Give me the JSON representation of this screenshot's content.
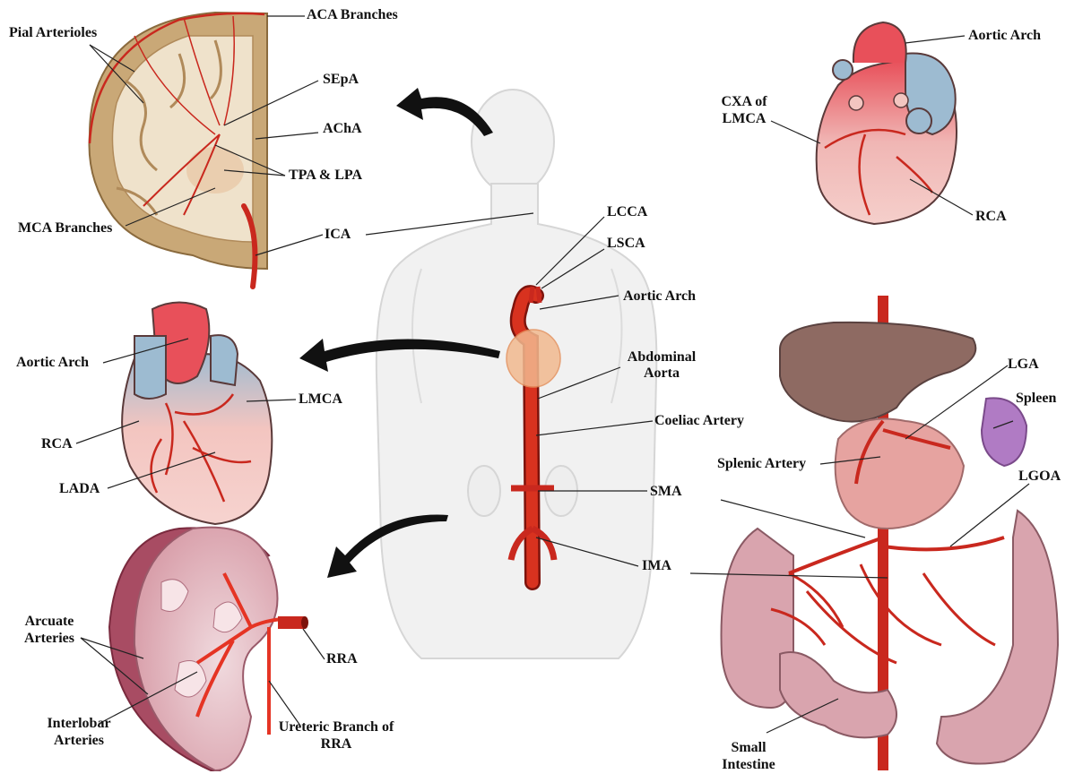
{
  "colors": {
    "artery": "#c9281e",
    "artery_dark": "#8f130d",
    "aorta_fill": "#d8321f",
    "body_outline": "#d9d9d9",
    "brain_tan": "#c9a877",
    "heart_red": "#e8505a",
    "heart_blue": "#9dbbd1",
    "heart_pink": "#f3c5c0",
    "kidney_pink": "#e8b5bd",
    "liver_brown": "#8e6a62",
    "stomach_pink": "#e6a3a0",
    "spleen_purple": "#b07bc4",
    "intestine_pink": "#d9a4ae",
    "leader": "#222222",
    "arrow": "#111111"
  },
  "icons": [
    "brain-section",
    "heart-anterior",
    "heart-coronary",
    "kidney-section",
    "abdominal-organs",
    "human-body-silhouette",
    "curved-arrow"
  ],
  "brain_labels": {
    "aca": "ACA Branches",
    "pial": "Pial Arterioles",
    "sepa": "SEpA",
    "acha": "AChA",
    "tpa": "TPA & LPA",
    "mca": "MCA Branches",
    "ica": "ICA"
  },
  "body_labels": {
    "lcca": "LCCA",
    "lsca": "LSCA",
    "aortic_arch": "Aortic Arch",
    "abdominal_aorta_1": "Abdominal",
    "abdominal_aorta_2": "Aorta",
    "coeliac": "Coeliac Artery",
    "sma": "SMA",
    "ima": "IMA"
  },
  "heart_top_labels": {
    "aortic_arch": "Aortic Arch",
    "cxa_1": "CXA of",
    "cxa_2": "LMCA",
    "rca": "RCA"
  },
  "heart_left_labels": {
    "aortic_arch": "Aortic Arch",
    "lmca": "LMCA",
    "rca": "RCA",
    "lada": "LADA"
  },
  "kidney_labels": {
    "arcuate_1": "Arcuate",
    "arcuate_2": "Arteries",
    "interlobar_1": "Interlobar",
    "interlobar_2": "Arteries",
    "rra": "RRA",
    "ureteric_1": "Ureteric Branch of",
    "ureteric_2": "RRA"
  },
  "abdomen_labels": {
    "lga": "LGA",
    "spleen": "Spleen",
    "splenic": "Splenic Artery",
    "lgoa": "LGOA",
    "small_int_1": "Small",
    "small_int_2": "Intestine"
  }
}
